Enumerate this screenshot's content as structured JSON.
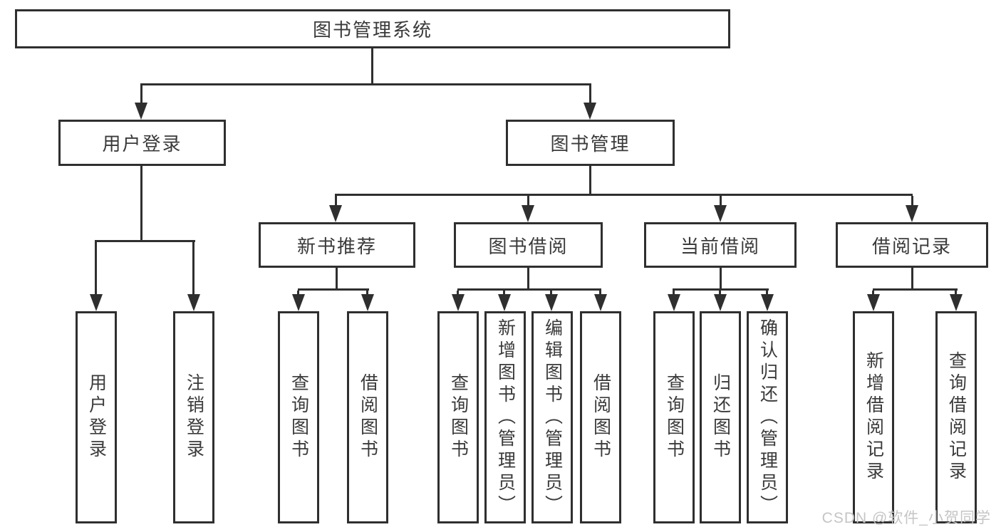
{
  "diagram": {
    "root": {
      "label": "图书管理系统"
    },
    "branches": [
      {
        "label": "用户登录",
        "children": [
          {
            "label": "用户登录"
          },
          {
            "label": "注销登录"
          }
        ]
      },
      {
        "label": "图书管理",
        "children": [
          {
            "label": "新书推荐",
            "children": [
              {
                "label": "查询图书"
              },
              {
                "label": "借阅图书"
              }
            ]
          },
          {
            "label": "图书借阅",
            "children": [
              {
                "label": "查询图书"
              },
              {
                "label": "新增图书（管理员）"
              },
              {
                "label": "编辑图书（管理员）"
              },
              {
                "label": "借阅图书"
              }
            ]
          },
          {
            "label": "当前借阅",
            "children": [
              {
                "label": "查询图书"
              },
              {
                "label": "归还图书"
              },
              {
                "label": "确认归还（管理员）"
              }
            ]
          },
          {
            "label": "借阅记录",
            "children": [
              {
                "label": "新增借阅记录"
              },
              {
                "label": "查询借阅记录"
              }
            ]
          }
        ]
      }
    ]
  },
  "watermark": {
    "text": "CSDN @软件_小贺同学"
  },
  "colors": {
    "line": "#2f2f2f",
    "text": "#3a3a3a",
    "watermark": "#c5c5c5",
    "background": "#ffffff"
  }
}
